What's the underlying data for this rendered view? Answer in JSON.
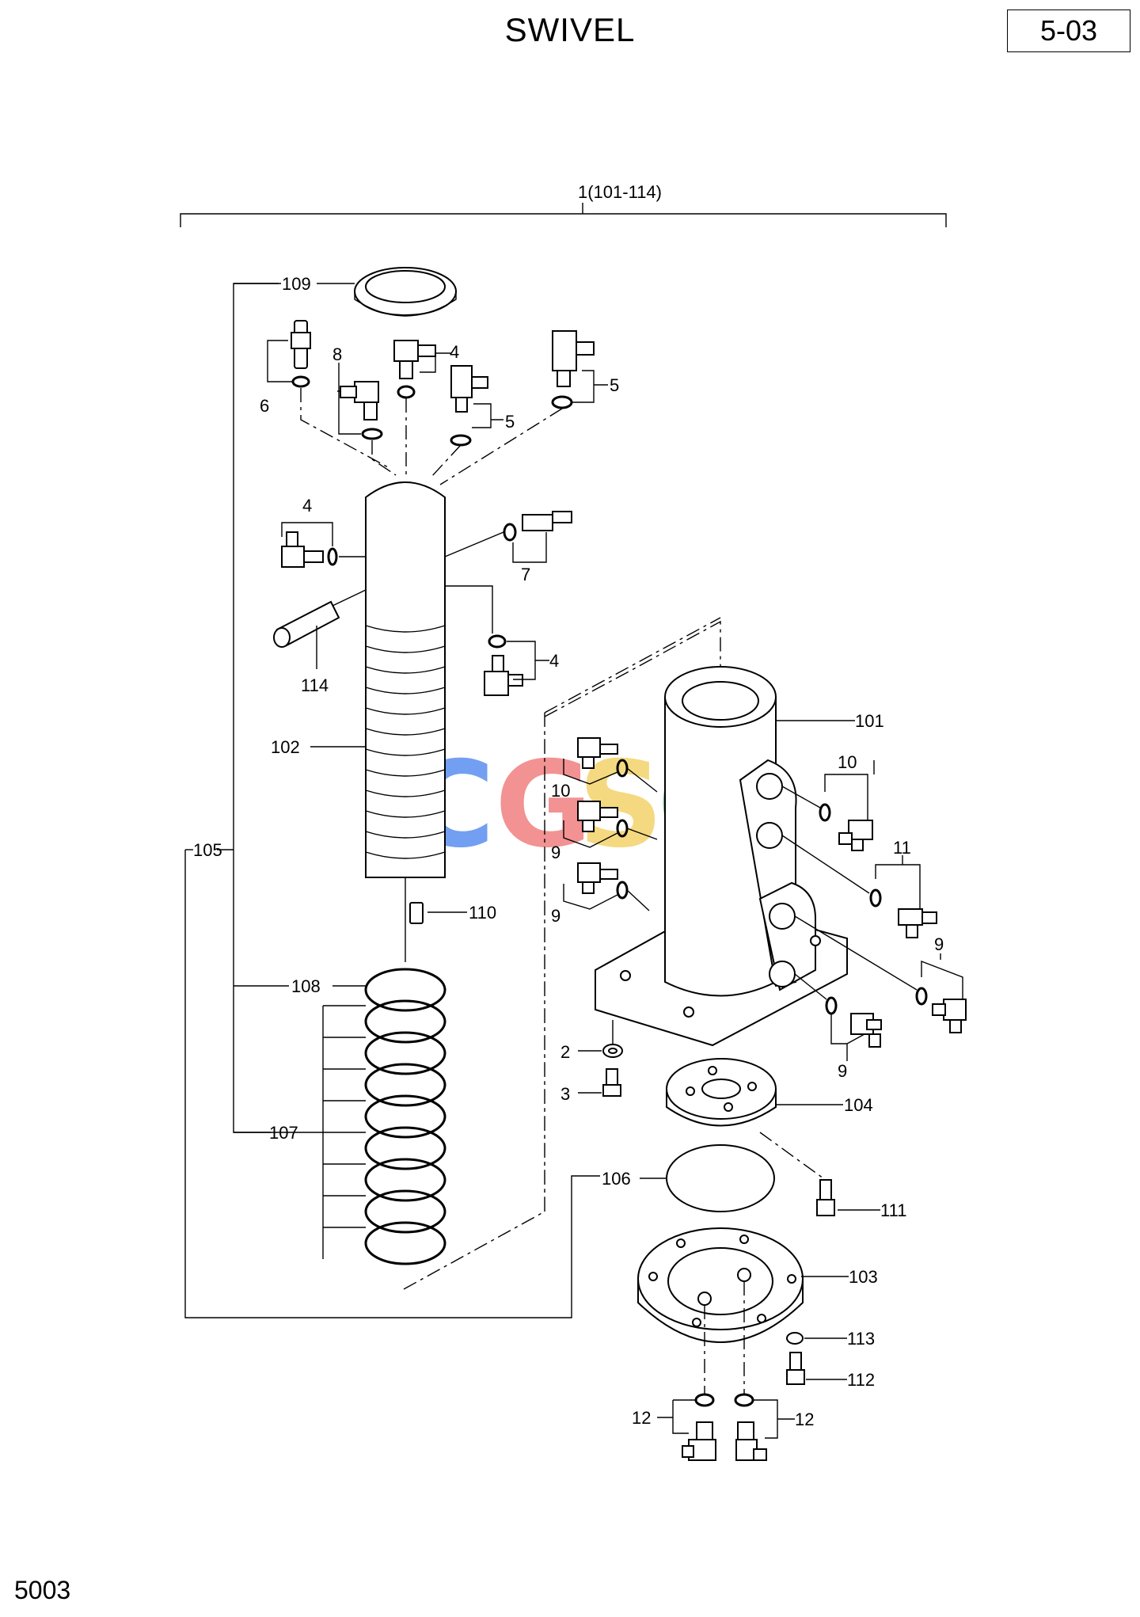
{
  "header": {
    "title": "SWIVEL",
    "page_number": "5-03"
  },
  "footer": {
    "code": "5003"
  },
  "assembly_label": "1(101-114)",
  "watermark": {
    "letters": [
      "C",
      "G",
      "S",
      "C"
    ],
    "colors": [
      "#5b8ff0",
      "#f08080",
      "#f3d36a",
      "#6fc195"
    ]
  },
  "labels": {
    "l109": "109",
    "l6": "6",
    "l8": "8",
    "l4a": "4",
    "l5a": "5",
    "l5b": "5",
    "l4b": "4",
    "l7": "7",
    "l4c": "4",
    "l114": "114",
    "l102": "102",
    "l105": "105",
    "l110": "110",
    "l108": "108",
    "l107": "107",
    "l106": "106",
    "l101": "101",
    "l10a": "10",
    "l10b": "10",
    "l9a": "9",
    "l9b": "9",
    "l11": "11",
    "l9c": "9",
    "l9d": "9",
    "l2": "2",
    "l3": "3",
    "l104": "104",
    "l111": "111",
    "l103": "103",
    "l113": "113",
    "l112": "112",
    "l12a": "12",
    "l12b": "12"
  }
}
